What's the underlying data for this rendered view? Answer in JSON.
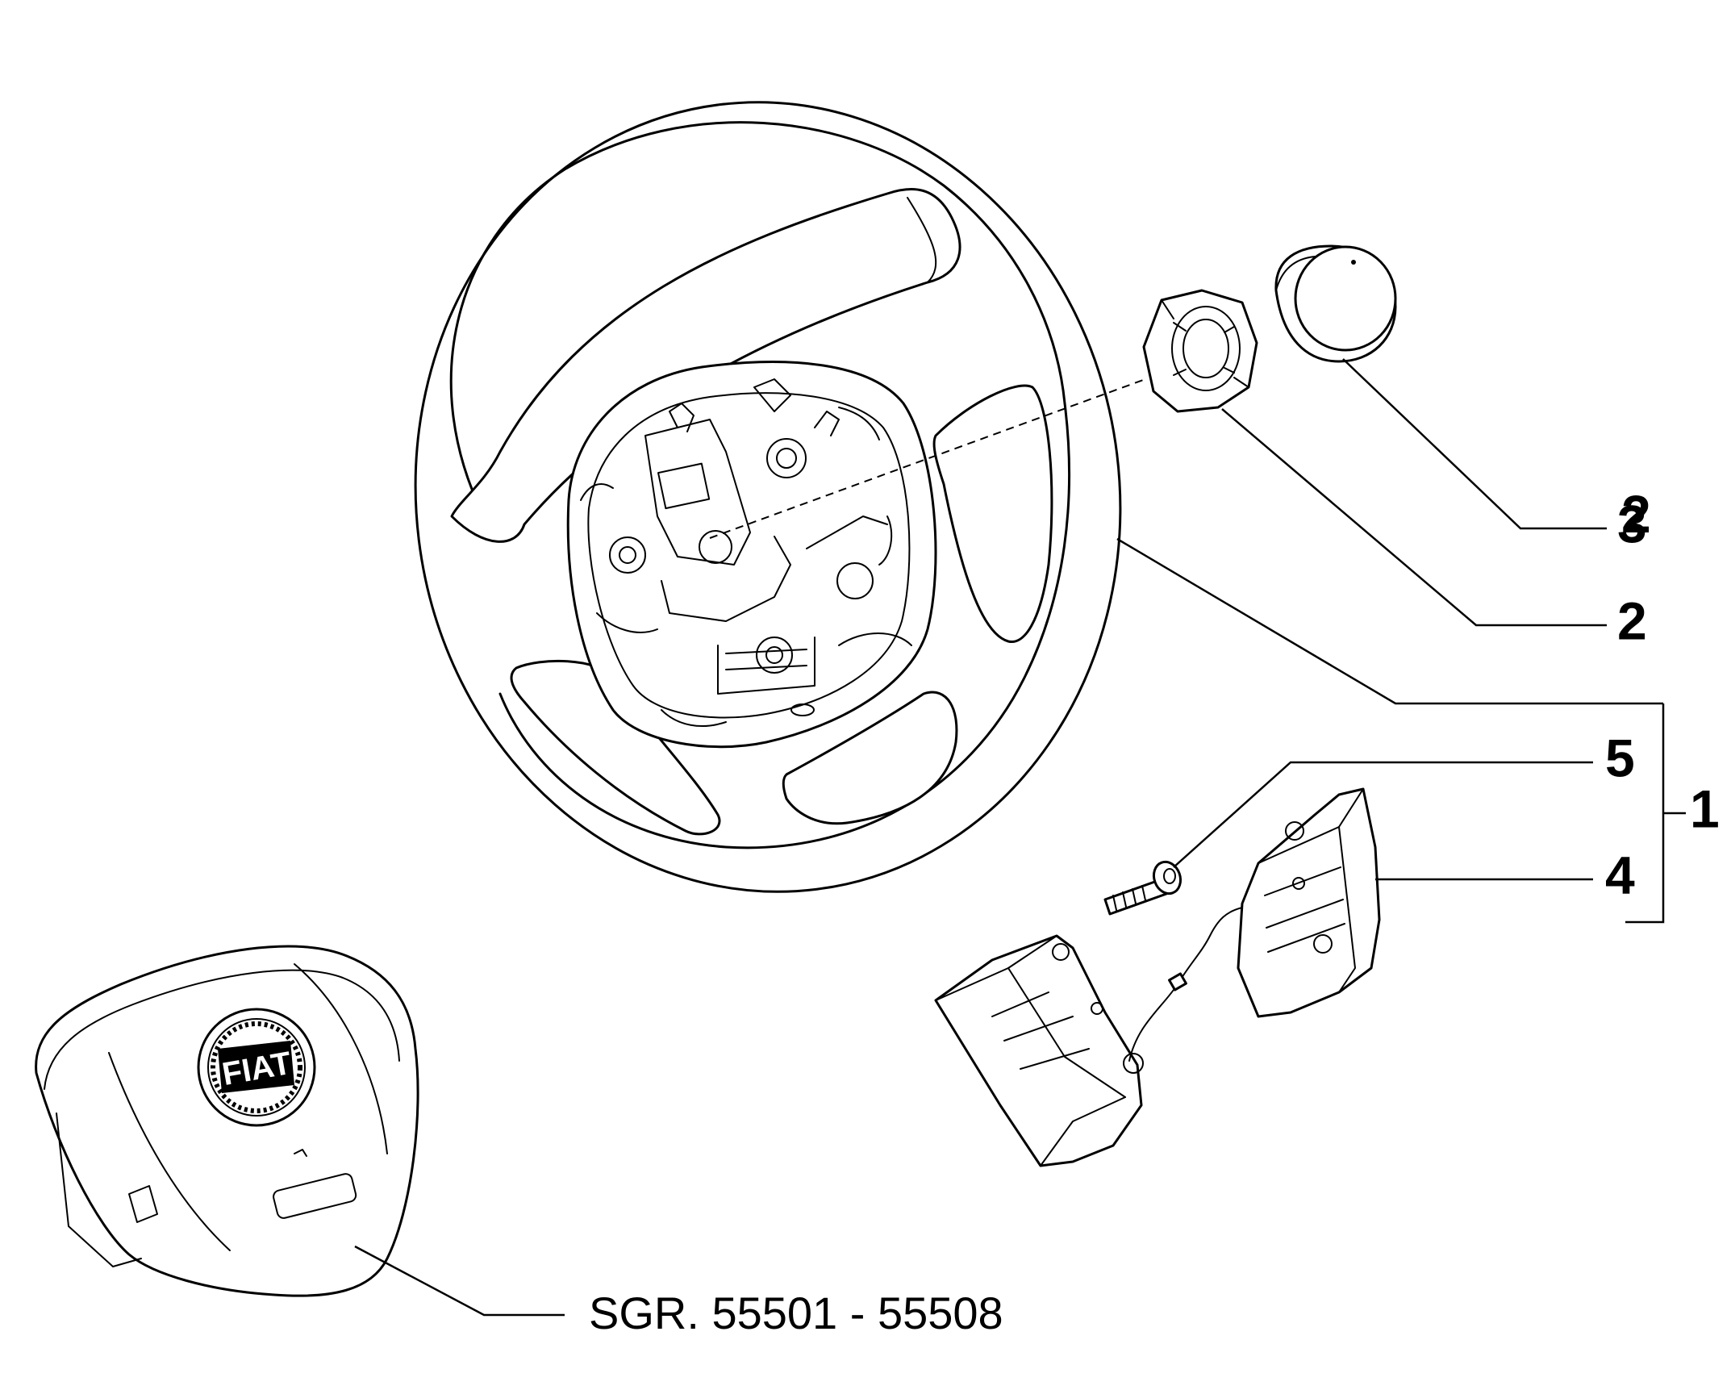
{
  "parts": [
    {
      "id": "steering-wheel",
      "callout": "1"
    },
    {
      "id": "hub-nut",
      "callout": "2"
    },
    {
      "id": "cap",
      "callout": "3"
    },
    {
      "id": "switch-module",
      "callout": "4"
    },
    {
      "id": "screw",
      "callout": "5"
    }
  ],
  "caption": "SGR. 55501 - 55508",
  "logo_text": "FIAT"
}
